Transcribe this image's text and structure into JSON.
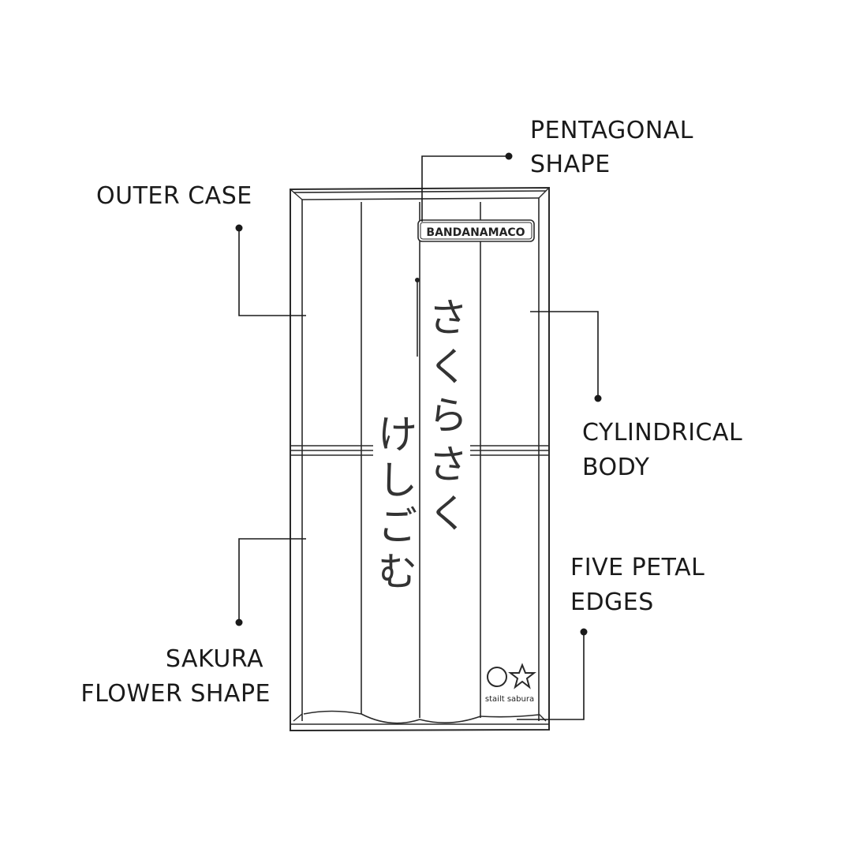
{
  "callouts": {
    "pentagonal": [
      "PENTAGONAL",
      "SHAPE"
    ],
    "outer_case": [
      "OUTER CASE"
    ],
    "cylindrical": [
      "CYLINDRICAL",
      "BODY"
    ],
    "five_petal": [
      "FIVE PETAL",
      "EDGES"
    ],
    "sakura": [
      "SAKURA",
      "FLOWER SHAPE"
    ]
  },
  "package": {
    "brand_label": "BANDANAMACO",
    "vertical_text_right": [
      "さ",
      "く",
      "ら",
      "さ",
      "く"
    ],
    "vertical_text_left": [
      "け",
      "し",
      "ご",
      "む"
    ],
    "logo_caption": "stailt sabura"
  },
  "colors": {
    "line": "#2a2a2a",
    "text": "#1a1a1a",
    "background": "#ffffff"
  }
}
